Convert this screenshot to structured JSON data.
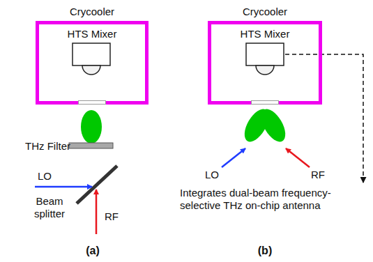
{
  "diagram": {
    "nodes": [
      {
        "text": [
          "Crycooler",
          "HTS Mixer"
        ]
      },
      {
        "text": [
          "Crycooler",
          "HTS Mixer"
        ]
      }
    ],
    "labels": [
      "THz Filter",
      "LO",
      "Beam splitter",
      "RF",
      "(a)",
      "LO",
      "RF",
      "Integrates dual-beam frequency-selective THz on-chip antenna",
      "(b)"
    ]
  }
}
